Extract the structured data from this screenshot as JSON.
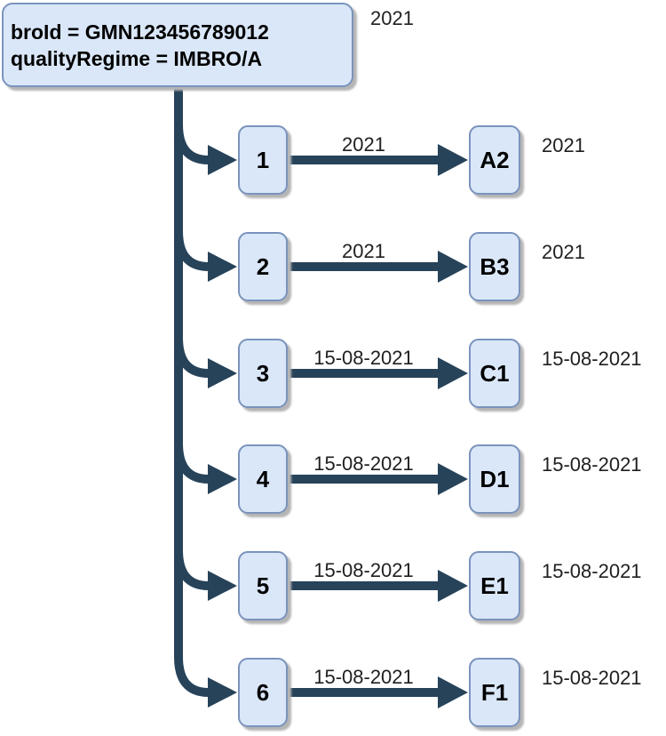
{
  "diagram": {
    "root": {
      "line1": "broId = GMN123456789012",
      "line2": "qualityRegime = IMBRO/A",
      "annotation": "2021"
    },
    "rows": [
      {
        "source": "1",
        "edge_label": "2021",
        "target": "A2",
        "annotation": "2021"
      },
      {
        "source": "2",
        "edge_label": "2021",
        "target": "B3",
        "annotation": "2021"
      },
      {
        "source": "3",
        "edge_label": "15-08-2021",
        "target": "C1",
        "annotation": "15-08-2021"
      },
      {
        "source": "4",
        "edge_label": "15-08-2021",
        "target": "D1",
        "annotation": "15-08-2021"
      },
      {
        "source": "5",
        "edge_label": "15-08-2021",
        "target": "E1",
        "annotation": "15-08-2021"
      },
      {
        "source": "6",
        "edge_label": "15-08-2021",
        "target": "F1",
        "annotation": "15-08-2021"
      }
    ],
    "colors": {
      "line": "#27435A",
      "node_fill": "#DAE7F9",
      "node_border": "#7A93BC",
      "shadow": "#B5B5B5",
      "text": "#000000",
      "label_text": "#1F1F1F"
    }
  }
}
